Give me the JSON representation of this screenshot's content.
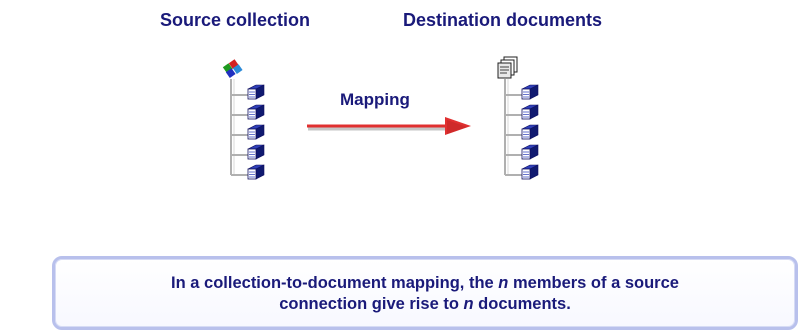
{
  "diagram": {
    "source_heading": "Source collection",
    "destination_heading": "Destination documents",
    "arrow_label": "Mapping",
    "source_member_count": 5,
    "destination_document_count": 5,
    "source_root_icon": "collection-icon",
    "destination_root_icon": "documents-stack-icon",
    "member_icon": "record-table-icon",
    "arrow_color": "#e03030"
  },
  "caption": {
    "part1": "In a collection-to-document mapping, the ",
    "n1": "n",
    "part2": " members of a source",
    "part3": "connection give rise to ",
    "n2": "n",
    "part4": " documents."
  }
}
